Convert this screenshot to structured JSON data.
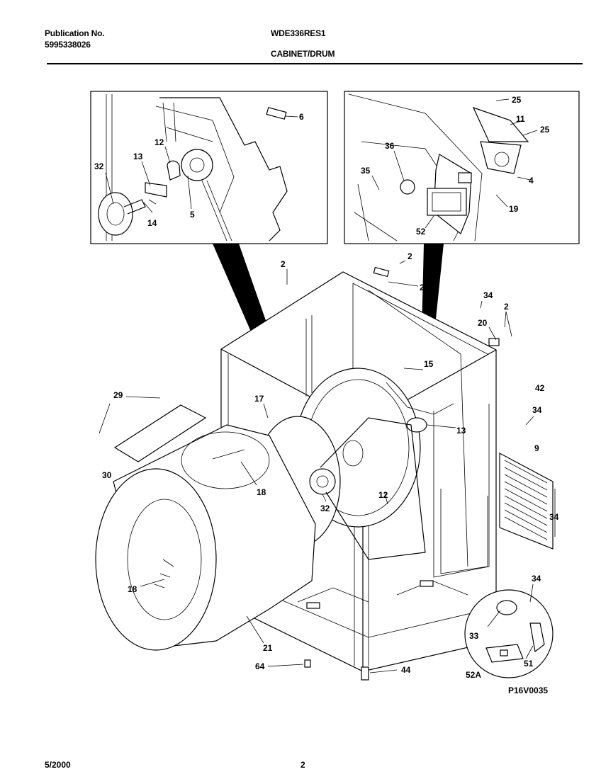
{
  "header": {
    "pub_label": "Publication No.",
    "pub_number": "5995338026",
    "model": "WDE336RES1",
    "section": "CABINET/DRUM"
  },
  "footer": {
    "date": "5/2000",
    "page": "2",
    "figure_code": "P16V0035"
  },
  "callouts": {
    "left_inset": [
      "32",
      "13",
      "12",
      "5",
      "14",
      "6"
    ],
    "right_inset": [
      "25",
      "11",
      "25",
      "36",
      "35",
      "4",
      "19",
      "52"
    ],
    "main": [
      "2",
      "2",
      "20",
      "34",
      "2",
      "20",
      "15",
      "42",
      "29",
      "17",
      "34",
      "13",
      "9",
      "30",
      "18",
      "12",
      "34",
      "32",
      "18",
      "34",
      "33",
      "51",
      "21",
      "64",
      "44",
      "52A"
    ]
  }
}
